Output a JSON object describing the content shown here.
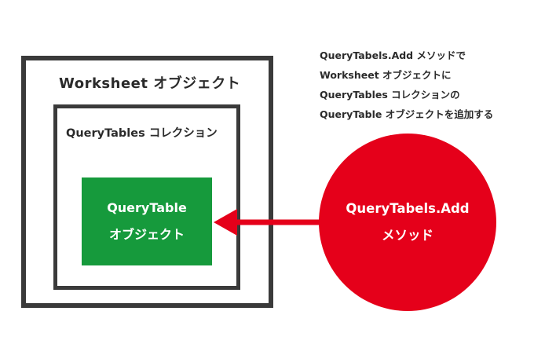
{
  "worksheet": {
    "label": "Worksheet オブジェクト"
  },
  "collection": {
    "label": "QueryTables コレクション"
  },
  "querytable": {
    "line1": "QueryTable",
    "line2": "オブジェクト"
  },
  "method": {
    "line1": "QueryTabels.Add",
    "line2": "メソッド"
  },
  "note": {
    "lines": [
      "QueryTabels.Add メソッドで",
      "Worksheet オブジェクトに",
      "QueryTables コレクションの",
      "QueryTable オブジェクトを追加する"
    ]
  },
  "colors": {
    "frame": "#3a3a3a",
    "querytable_fill": "#169a3c",
    "method_fill": "#e5001a",
    "arrow": "#e5001a",
    "text": "#2b2b2b"
  }
}
